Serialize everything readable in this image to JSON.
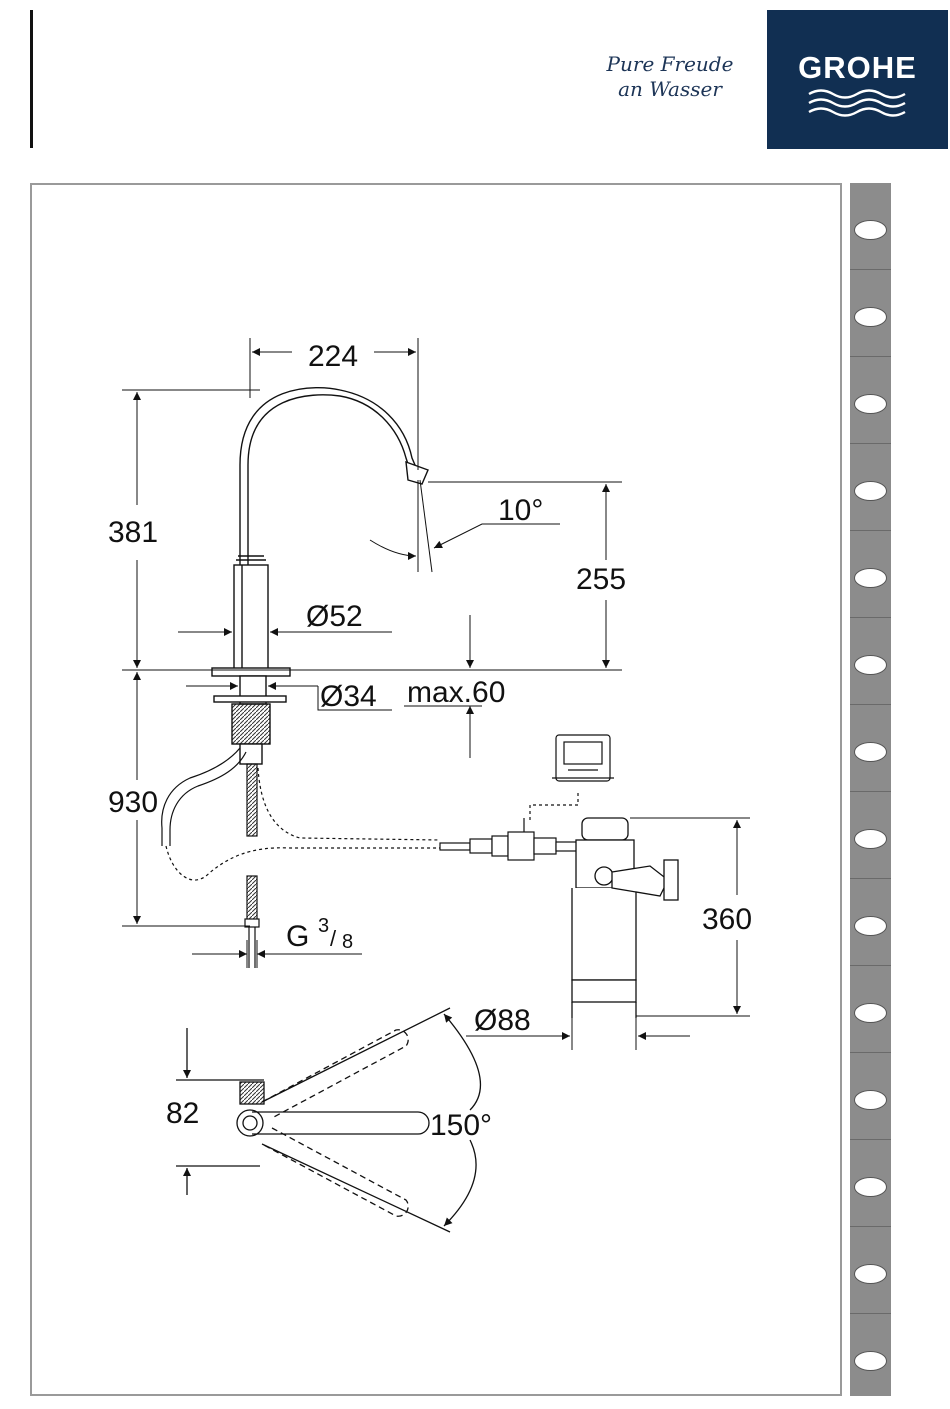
{
  "header": {
    "tagline_line1": "Pure Freude",
    "tagline_line2": "an Wasser",
    "brand": "GROHE",
    "brand_color": "#112f52"
  },
  "dimensions": {
    "spout_reach": "224",
    "total_height": "381",
    "spout_angle": "10°",
    "spout_height": "255",
    "body_diameter": "Ø52",
    "hole_diameter": "Ø34",
    "max_thickness": "max.60",
    "hose_length": "930",
    "connection_prefix": "G",
    "connection_num": "3",
    "connection_den": "8",
    "filter_height": "360",
    "filter_diameter": "Ø88",
    "swivel_offset": "82",
    "swivel_angle": "150°"
  },
  "binding": {
    "hole_count": 14
  }
}
